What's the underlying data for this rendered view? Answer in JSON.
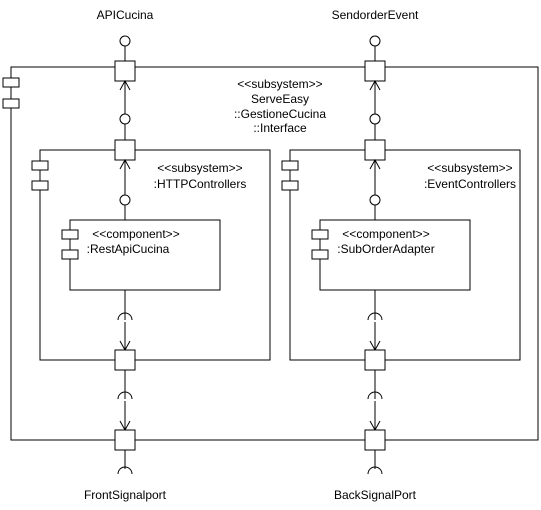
{
  "outer": {
    "stereotype": "<<subsystem>>",
    "name_line1": "ServeEasy",
    "name_line2": "::GestioneCucina",
    "name_line3": "::Interface"
  },
  "http_subsystem": {
    "stereotype": "<<subsystem>>",
    "name": ":HTTPControllers"
  },
  "event_subsystem": {
    "stereotype": "<<subsystem>>",
    "name": ":EventControllers"
  },
  "rest_component": {
    "stereotype": "<<component>>",
    "name": ":RestApiCucina"
  },
  "suborder_component": {
    "stereotype": "<<component>>",
    "name": ":SubOrderAdapter"
  },
  "ports": {
    "api_cucina": "APICucina",
    "send_order_event": "SendorderEvent",
    "front_signal_port": "FrontSignalport",
    "back_signal_port": "BackSignalPort"
  }
}
